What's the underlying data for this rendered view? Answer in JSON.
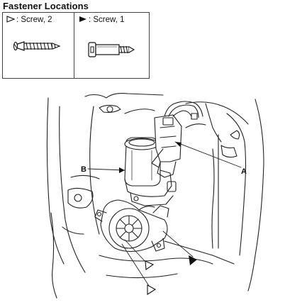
{
  "title": "Fastener Locations",
  "legend": [
    {
      "symbol": "hollow-triangle",
      "label": ": Screw, 2"
    },
    {
      "symbol": "filled-triangle",
      "label": ": Screw, 1"
    }
  ],
  "callouts": {
    "a": "A",
    "b": "B"
  }
}
